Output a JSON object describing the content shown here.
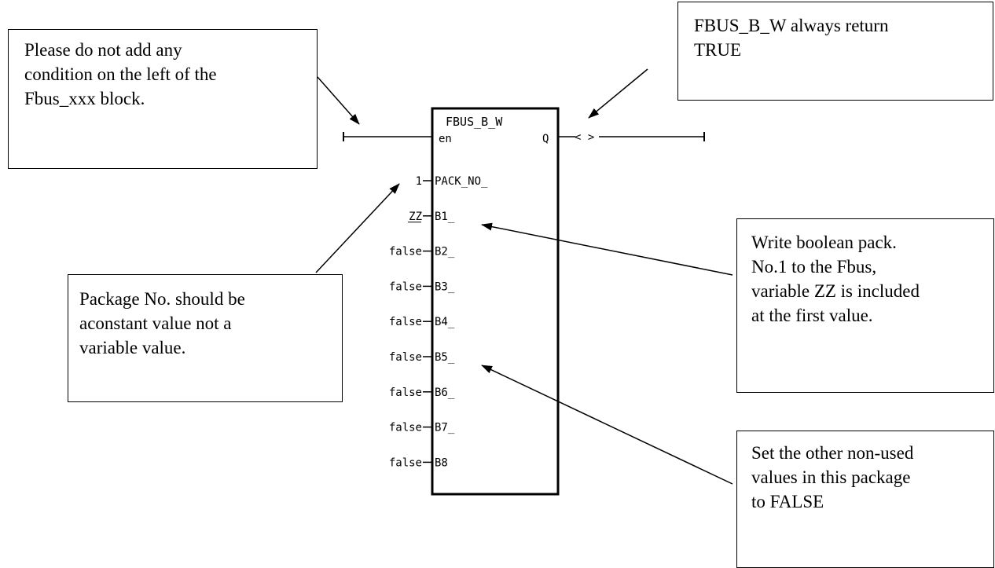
{
  "block": {
    "name": "FBUS_B_W",
    "en_pin": "en",
    "q_pin": "Q",
    "coil": "< >",
    "inputs": [
      {
        "value": "1",
        "pin": "PACK_NO_"
      },
      {
        "value": "ZZ",
        "pin": "B1_"
      },
      {
        "value": "false",
        "pin": "B2_"
      },
      {
        "value": "false",
        "pin": "B3_"
      },
      {
        "value": "false",
        "pin": "B4_"
      },
      {
        "value": "false",
        "pin": "B5_"
      },
      {
        "value": "false",
        "pin": "B6_"
      },
      {
        "value": "false",
        "pin": "B7_"
      },
      {
        "value": "false",
        "pin": "B8"
      }
    ]
  },
  "notes": {
    "left_condition": [
      "Please do not add any",
      "condition on the left of the",
      "Fbus_xxx block."
    ],
    "fbus_true": [
      "FBUS_B_W always return",
      "TRUE"
    ],
    "write_pack": [
      "Write boolean pack.",
      "No.1 to the Fbus,",
      "variable ZZ is included",
      "at the first value."
    ],
    "package_no": [
      "Package No. should be",
      "aconstant value not a",
      "variable value."
    ],
    "set_false": [
      "Set the other non-used",
      "values in this package",
      "to FALSE"
    ]
  }
}
